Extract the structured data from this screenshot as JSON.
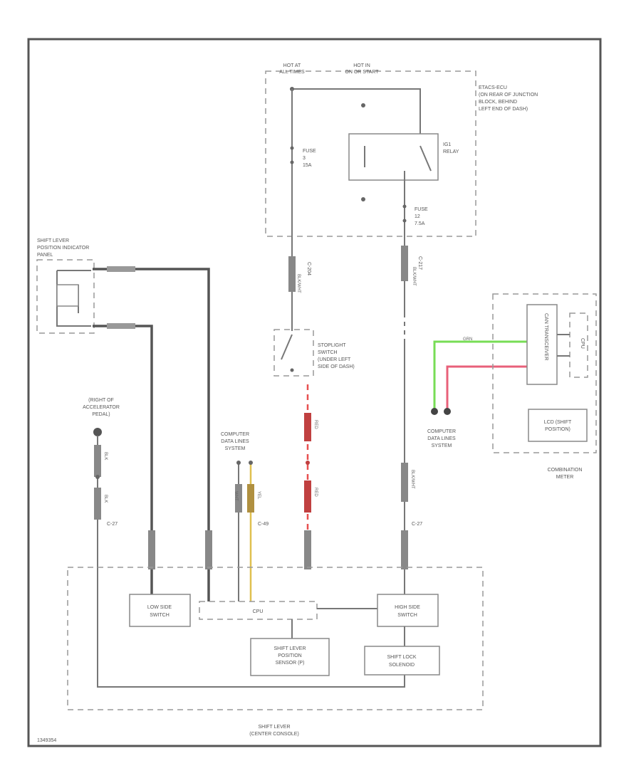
{
  "power": {
    "hot_at_all_times": [
      "HOT AT",
      "ALL TIMES"
    ],
    "hot_in_on_start": [
      "HOT IN",
      "ON OR START"
    ]
  },
  "junction_block": {
    "label": [
      "ETACS-ECU",
      "(ON REAR OF JUNCTION",
      "BLOCK, BEHIND",
      "LEFT END OF DASH)"
    ],
    "fuse_left": [
      "FUSE",
      "3",
      "15A"
    ],
    "fuse_right": [
      "FUSE",
      "12",
      "7.5A"
    ],
    "relay": [
      "IG1",
      "RELAY"
    ]
  },
  "connectors": {
    "c204": "C-204",
    "c217_top": "C-217",
    "c27_left": "C-27",
    "c49": "C-49",
    "c27_right": "C-27"
  },
  "indicator_panel": {
    "label": [
      "SHIFT LEVER",
      "POSITION INDICATOR",
      "PANEL"
    ]
  },
  "stoplight_switch": {
    "label": [
      "STOPLIGHT",
      "SWITCH",
      "(UNDER LEFT",
      "SIDE OF DASH)"
    ]
  },
  "ground": {
    "label": [
      "(RIGHT OF",
      "ACCELERATOR",
      "PEDAL)"
    ]
  },
  "data_lines_left": {
    "label": [
      "COMPUTER",
      "DATA LINES",
      "SYSTEM"
    ]
  },
  "data_lines_right": {
    "label": [
      "COMPUTER",
      "DATA LINES",
      "SYSTEM"
    ]
  },
  "combination_meter": {
    "label": [
      "COMBINATION",
      "METER"
    ],
    "can_transceiver": "CAN TRANSCEIVER",
    "cpu": "CPU",
    "lcd": [
      "LCD (SHIFT",
      "POSITION)"
    ]
  },
  "shift_lever": {
    "label": [
      "SHIFT LEVER",
      "(CENTER CONSOLE)"
    ],
    "low_side_switch": [
      "LOW SIDE",
      "SWITCH"
    ],
    "cpu": "CPU",
    "high_side_switch": [
      "HIGH SIDE",
      "SWITCH"
    ],
    "position_sensor": [
      "SHIFT LEVER",
      "POSITION",
      "SENSOR (P)"
    ],
    "shift_lock": [
      "SHIFT LOCK",
      "SOLENOID"
    ]
  },
  "wire_labels": {
    "blk_a": "BLK/WHT",
    "blk_b": "BLK/WHT",
    "grn": "GRN",
    "red": "RED",
    "ground_wire": "BLK",
    "ground_wire2": "BLK",
    "data_a": "WHT",
    "data_b": "YEL",
    "red_a": "RED",
    "red_b": "RED",
    "right_blk": "BLK/WHT"
  },
  "colors": {
    "green_wire": "#77dd55",
    "red_wire": "#e8607a",
    "red_dashed": "#e85050",
    "yellow_wire": "#e0c050"
  },
  "footer_code": "1349354"
}
